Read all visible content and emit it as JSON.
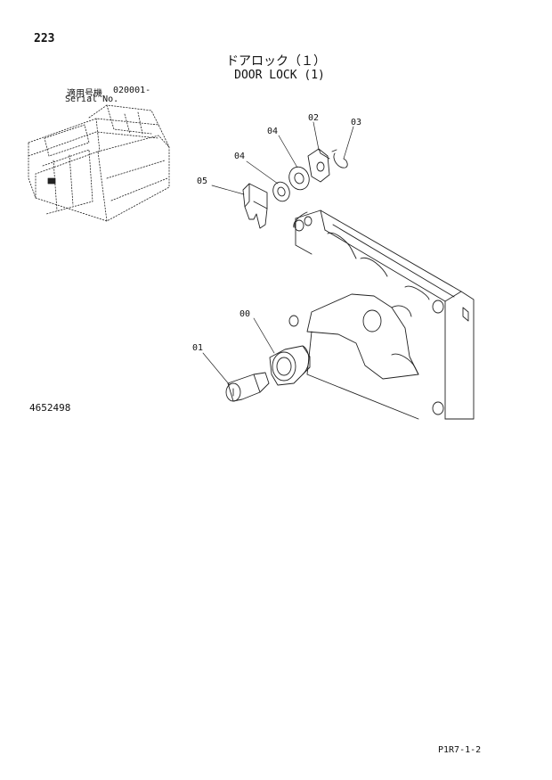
{
  "page": {
    "number": "223",
    "title_jp": "ドアロック（１）",
    "title_en": "DOOR LOCK (1)",
    "serial_label_jp": "適用号機",
    "serial_range": "020001-",
    "serial_label_en": "Serial No.",
    "drawing_number": "4652498",
    "page_code": "P1R7-1-2"
  },
  "callouts": {
    "c02": "02",
    "c03": "03",
    "c04a": "04",
    "c04b": "04",
    "c05": "05",
    "c00": "00",
    "c01": "01"
  }
}
